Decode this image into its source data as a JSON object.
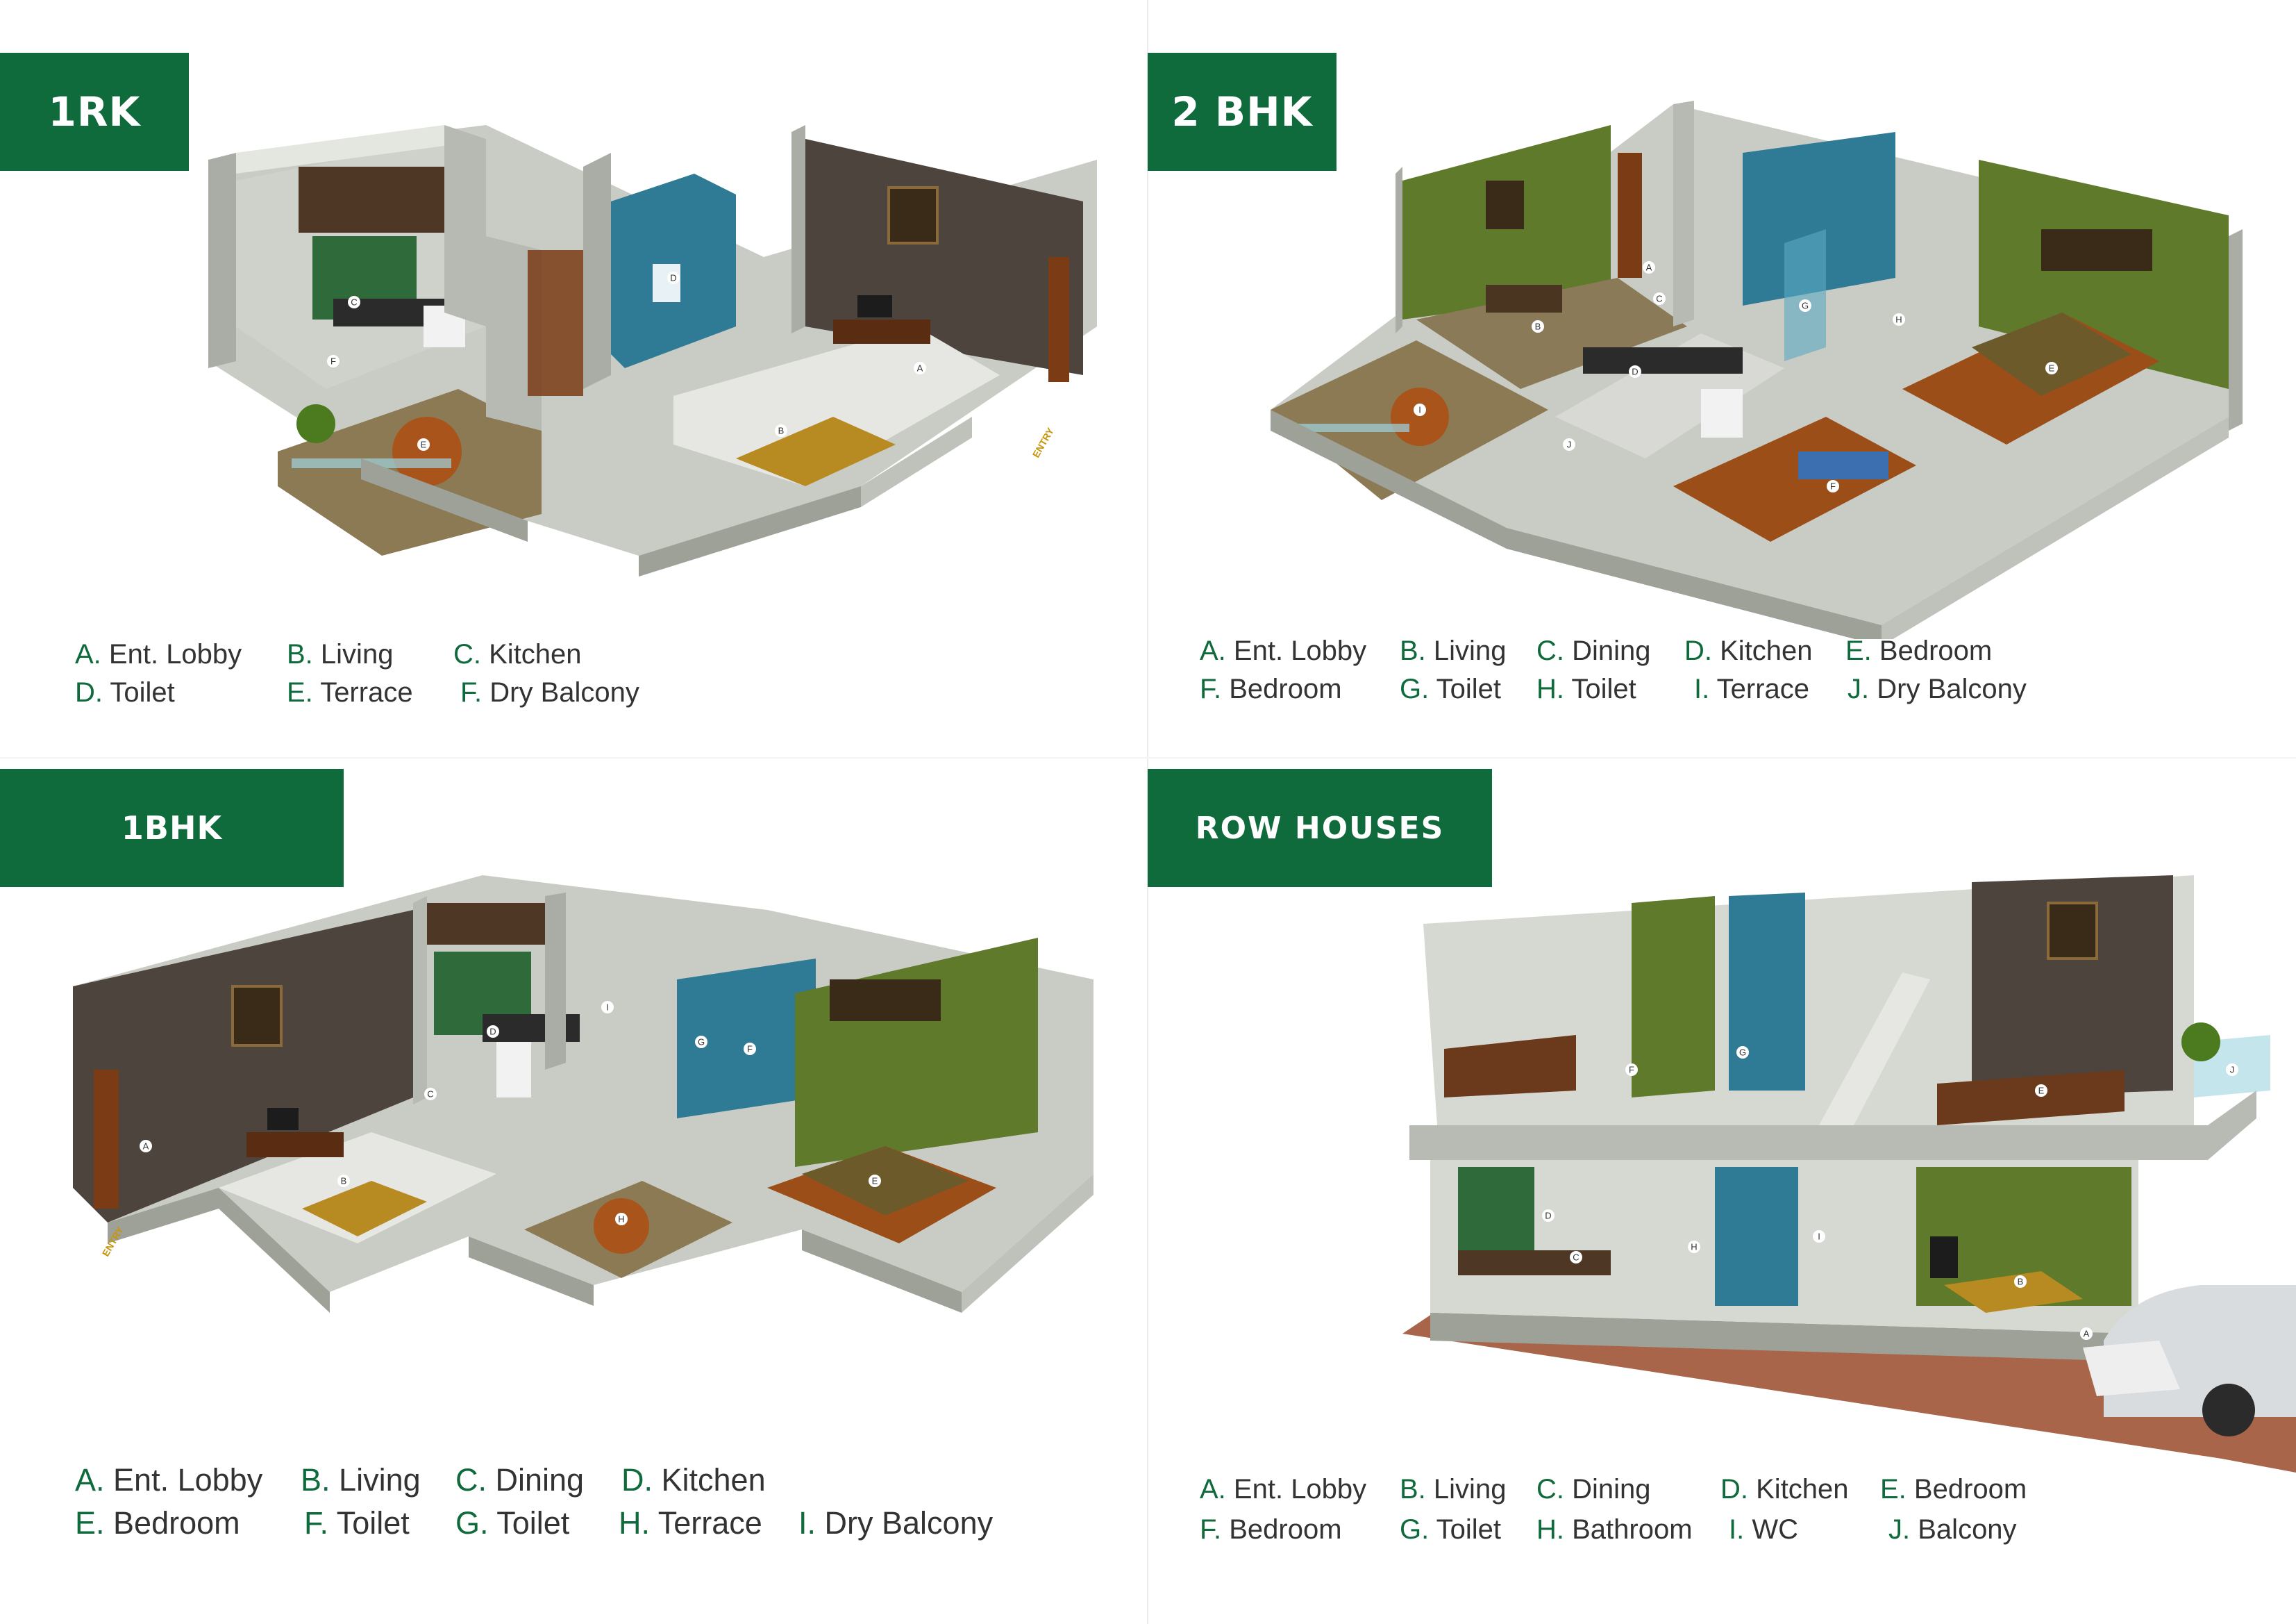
{
  "sections": {
    "rk1": {
      "title": "1RK",
      "legend": [
        {
          "letter": "A.",
          "label": "Ent. Lobby"
        },
        {
          "letter": "B.",
          "label": "Living"
        },
        {
          "letter": "C.",
          "label": "Kitchen"
        },
        {
          "letter": "D.",
          "label": "Toilet"
        },
        {
          "letter": "E.",
          "label": "Terrace"
        },
        {
          "letter": "F.",
          "label": "Dry Balcony"
        }
      ],
      "tags": [
        "A",
        "B",
        "C",
        "D",
        "E",
        "F"
      ],
      "entry": "ENTRY"
    },
    "bhk2": {
      "title": "2 BHK",
      "legend": [
        {
          "letter": "A.",
          "label": "Ent. Lobby"
        },
        {
          "letter": "B.",
          "label": "Living"
        },
        {
          "letter": "C.",
          "label": "Dining"
        },
        {
          "letter": "D.",
          "label": "Kitchen"
        },
        {
          "letter": "E.",
          "label": "Bedroom"
        },
        {
          "letter": "F.",
          "label": "Bedroom"
        },
        {
          "letter": "G.",
          "label": "Toilet"
        },
        {
          "letter": "H.",
          "label": "Toilet"
        },
        {
          "letter": "I.",
          "label": "Terrace"
        },
        {
          "letter": "J.",
          "label": "Dry Balcony"
        }
      ],
      "tags": [
        "A",
        "B",
        "C",
        "D",
        "E",
        "F",
        "G",
        "H",
        "I",
        "J"
      ]
    },
    "bhk1": {
      "title": "1BHK",
      "legend": [
        {
          "letter": "A.",
          "label": "Ent. Lobby"
        },
        {
          "letter": "B.",
          "label": "Living"
        },
        {
          "letter": "C.",
          "label": "Dining"
        },
        {
          "letter": "D.",
          "label": "Kitchen"
        },
        {
          "letter": "E.",
          "label": "Bedroom"
        },
        {
          "letter": "F.",
          "label": "Toilet"
        },
        {
          "letter": "G.",
          "label": "Toilet"
        },
        {
          "letter": "H.",
          "label": "Terrace"
        },
        {
          "letter": "I.",
          "label": "Dry Balcony"
        }
      ],
      "tags": [
        "A",
        "B",
        "C",
        "D",
        "E",
        "F",
        "G",
        "H",
        "I"
      ],
      "entry": "ENTRY"
    },
    "row": {
      "title": "ROW  HOUSES",
      "legend": [
        {
          "letter": "A.",
          "label": "Ent. Lobby"
        },
        {
          "letter": "B.",
          "label": "Living"
        },
        {
          "letter": "C.",
          "label": "Dining"
        },
        {
          "letter": "D.",
          "label": "Kitchen"
        },
        {
          "letter": "E.",
          "label": "Bedroom"
        },
        {
          "letter": "F.",
          "label": "Bedroom"
        },
        {
          "letter": "G.",
          "label": "Toilet"
        },
        {
          "letter": "H.",
          "label": "Bathroom"
        },
        {
          "letter": "I.",
          "label": "WC"
        },
        {
          "letter": "J.",
          "label": "Balcony"
        }
      ],
      "tags": [
        "A",
        "B",
        "C",
        "D",
        "E",
        "F",
        "G",
        "H",
        "I",
        "J"
      ]
    }
  },
  "colors": {
    "brand_green": "#0f6a3c",
    "legend_text": "#333333",
    "wall": "#d6d9d2",
    "wall_shadow": "#a9ada5",
    "stone_wall": "#4d443d",
    "green_wall": "#5f7a2b",
    "wood_floor": "#9b4e18",
    "tile_floor": "#e6e7e3",
    "blue_tile": "#3f8fae"
  }
}
